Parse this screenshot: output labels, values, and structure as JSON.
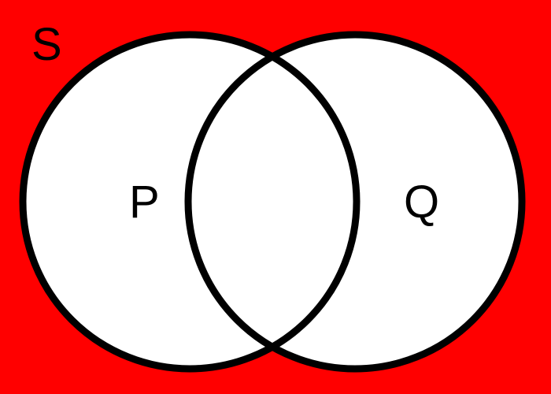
{
  "diagram": {
    "type": "venn",
    "universe": {
      "label": "S",
      "shaded": true
    },
    "sets": [
      {
        "label": "P",
        "shaded": false
      },
      {
        "label": "Q",
        "shaded": false
      }
    ],
    "intersection": {
      "shaded": false
    },
    "colors": {
      "shaded": "#ff0000",
      "unshaded": "#ffffff",
      "outline": "#000000"
    }
  }
}
